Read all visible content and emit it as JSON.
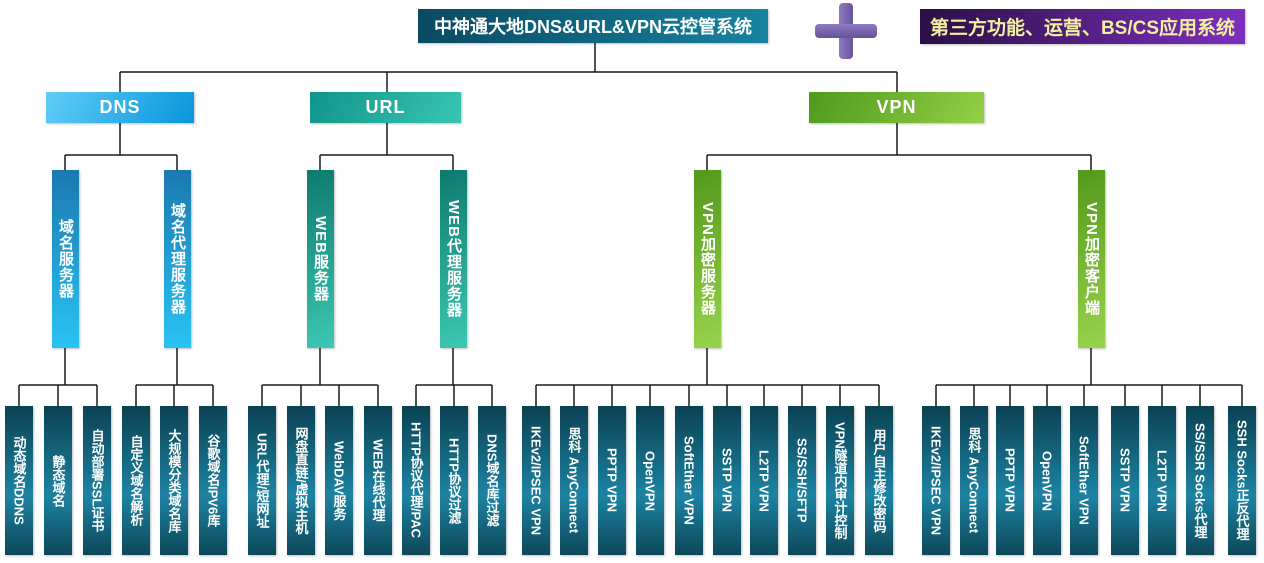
{
  "title": {
    "label": "中神通大地DNS&URL&VPN云控管系统"
  },
  "third_party": {
    "label": "第三方功能、运营、BS/CS应用系统"
  },
  "plus_icon": "plus",
  "colors": {
    "title_bg": "#0E5E79",
    "dns": "#1FA8E8",
    "url": "#1FA08F",
    "vpn": "#6FB82E",
    "leaf": "#15688A",
    "third_party_bg": "#5B1F8F",
    "third_party_text": "#F2EFA0",
    "plus": "#7663AE",
    "line": "#1B1B1B"
  },
  "tree": {
    "branches": [
      {
        "label": "DNS",
        "children": [
          {
            "label": "域名服务器",
            "leaves": [
              "动态域名DDNS",
              "静态域名",
              "自动部署SSL证书"
            ]
          },
          {
            "label": "域名代理服务器",
            "leaves": [
              "自定义域名解析",
              "大规模分类域名库",
              "谷歌域名IPV6库"
            ]
          }
        ]
      },
      {
        "label": "URL",
        "children": [
          {
            "label": "WEB服务器",
            "leaves": [
              "URL代理/短网址",
              "网盘直链/虚拟主机",
              "WebDAV服务",
              "WEB在线代理"
            ]
          },
          {
            "label": "WEB代理服务器",
            "leaves": [
              "HTTP协议代理/PAC",
              "HTTP协议过滤",
              "DNS域名库过滤"
            ]
          }
        ]
      },
      {
        "label": "VPN",
        "children": [
          {
            "label": "VPN加密服务器",
            "leaves": [
              "IKEv2/IPSEC VPN",
              "思科 AnyConnect",
              "PPTP VPN",
              "OpenVPN",
              "SoftEther VPN",
              "SSTP VPN",
              "L2TP VPN",
              "SS/SSH/SFTP",
              "VPN隧道内审计控制",
              "用户自主修改密码"
            ]
          },
          {
            "label": "VPN加密客户端",
            "leaves": [
              "IKEv2/IPSEC VPN",
              "思科 AnyConnect",
              "PPTP VPN",
              "OpenVPN",
              "SoftEther VPN",
              "SSTP VPN",
              "L2TP VPN",
              "SS/SSR Socks代理",
              "SSH Socks正反代理"
            ]
          }
        ]
      }
    ]
  }
}
